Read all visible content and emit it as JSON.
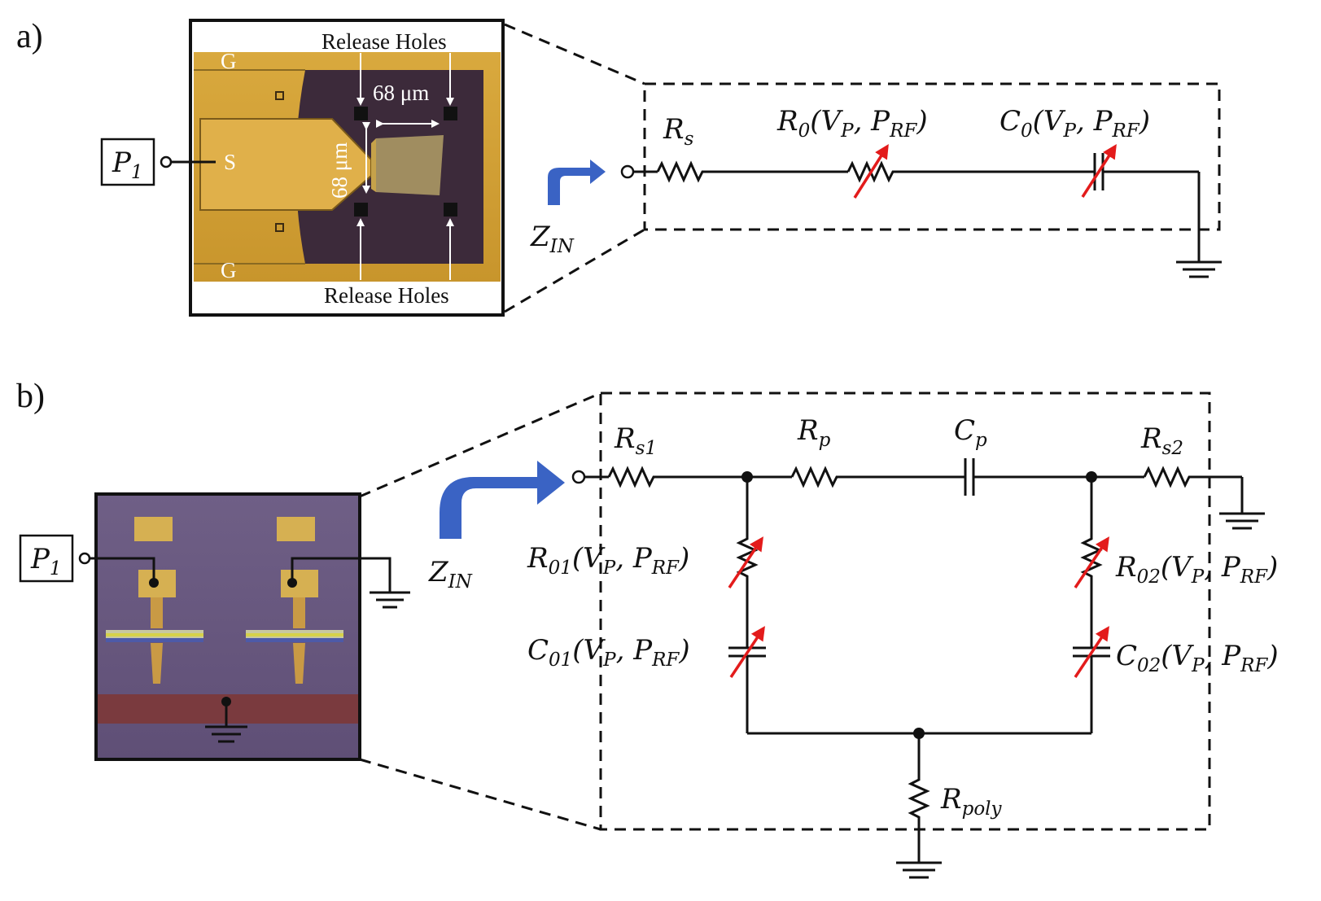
{
  "panels": {
    "a": {
      "letter": "a)",
      "photo": {
        "release_top": "Release Holes",
        "release_bottom": "Release Holes",
        "ground_top": "G",
        "ground_bottom": "G",
        "signal": "S",
        "dim_horizontal": "68 μm",
        "dim_vertical": "68 μm"
      },
      "port": {
        "base": "P",
        "sub": "1"
      },
      "zin": {
        "base": "Z",
        "sub": "IN"
      },
      "components": {
        "rs": {
          "base": "R",
          "sub": "s"
        },
        "r0": {
          "base": "R",
          "sub": "0",
          "args": "(V",
          "arg1_sub": "P",
          "sep": ", P",
          "arg2_sub": "RF",
          "close": ")"
        },
        "c0": {
          "base": "C",
          "sub": "0",
          "args": "(V",
          "arg1_sub": "P",
          "sep": ", P",
          "arg2_sub": "RF",
          "close": ")"
        }
      }
    },
    "b": {
      "letter": "b)",
      "port": {
        "base": "P",
        "sub": "1"
      },
      "zin": {
        "base": "Z",
        "sub": "IN"
      },
      "components": {
        "rs1": {
          "base": "R",
          "sub": "s1"
        },
        "rp": {
          "base": "R",
          "sub": "p"
        },
        "cp": {
          "base": "C",
          "sub": "p"
        },
        "rs2": {
          "base": "R",
          "sub": "s2"
        },
        "r01": {
          "base": "R",
          "sub": "01",
          "args": "(V",
          "arg1_sub": "P",
          "sep": ", P",
          "arg2_sub": "RF",
          "close": ")"
        },
        "c01": {
          "base": "C",
          "sub": "01",
          "args": "(V",
          "arg1_sub": "P",
          "sep": ", P",
          "arg2_sub": "RF",
          "close": ")"
        },
        "r02": {
          "base": "R",
          "sub": "02",
          "args": "(V",
          "arg1_sub": "P",
          "sep": ", P",
          "arg2_sub": "RF",
          "close": ")"
        },
        "c02": {
          "base": "C",
          "sub": "02",
          "args": "(V",
          "arg1_sub": "P",
          "sep": ", P",
          "arg2_sub": "RF",
          "close": ")"
        },
        "rpoly": {
          "base": "R",
          "sub": "poly"
        }
      }
    }
  },
  "colors": {
    "arrow": "#3a63c4",
    "tuning_arrow": "#e31b1b",
    "gold_metal": "#d3a43a",
    "dark_substrate": "#3c2a3a",
    "purple_substrate": "#6b5a82"
  }
}
